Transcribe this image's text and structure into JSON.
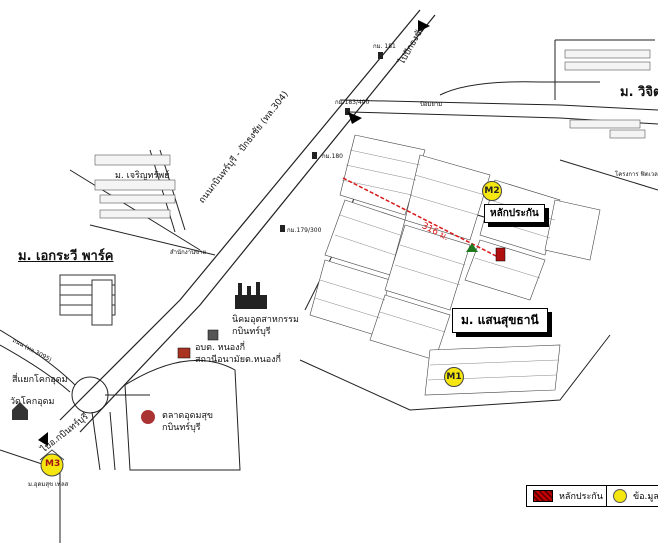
{
  "villages": {
    "ekrawi_park": "ม. เอกระวี พาร์ค",
    "saensuk_thani": "ม. แสนสุขธานี",
    "wijit": "ม. วิจิตร",
    "charoen_suk": "ม. เจริญทรัพย์"
  },
  "places": {
    "industrial_estate": "นิคมอุตสาหกรรม\nกบินทร์บุรี",
    "district_office": "อบต. หนองกี่\nสถานีอนามัยต.หนองกี่",
    "market": "ตลาดอุดมสุข\nกบินทร์บุรี",
    "temple": "วัดโคกอุดม",
    "intersection": "สี่แยกโคกอุดม",
    "m3_village": "ม.อุดมสุข เพลส",
    "office_small": "สำนักงานขาย",
    "project_text": "โครงการ ฟิตเวล",
    "school": "ป้อมยาม"
  },
  "roads": {
    "main_highway": "ถนนกบินทร์บุรี - ปักธงชัย (ทล.304)",
    "to_kabin": "ไปอ.กบินทร์บุรี",
    "to_prachin": "ไปปักธงชัย",
    "road_304_label": "ถนน (ทล.3095)",
    "km_181": "กม. 181",
    "km_183": "กม.183/400",
    "km_180": "กม.180",
    "km_179": "กม.179/300"
  },
  "distance_label": "316 ม.",
  "markers": {
    "m1": "M1",
    "m2": "M2",
    "m3": "M3"
  },
  "site_label": "หลักประกัน",
  "legend": {
    "hatch_label": "หลักประกัน",
    "circle_label": "ข้อ.มูล"
  },
  "colors": {
    "road": "#222222",
    "distance_line": "#d81818",
    "site": "#b01010",
    "marker": "#f5e60f"
  }
}
